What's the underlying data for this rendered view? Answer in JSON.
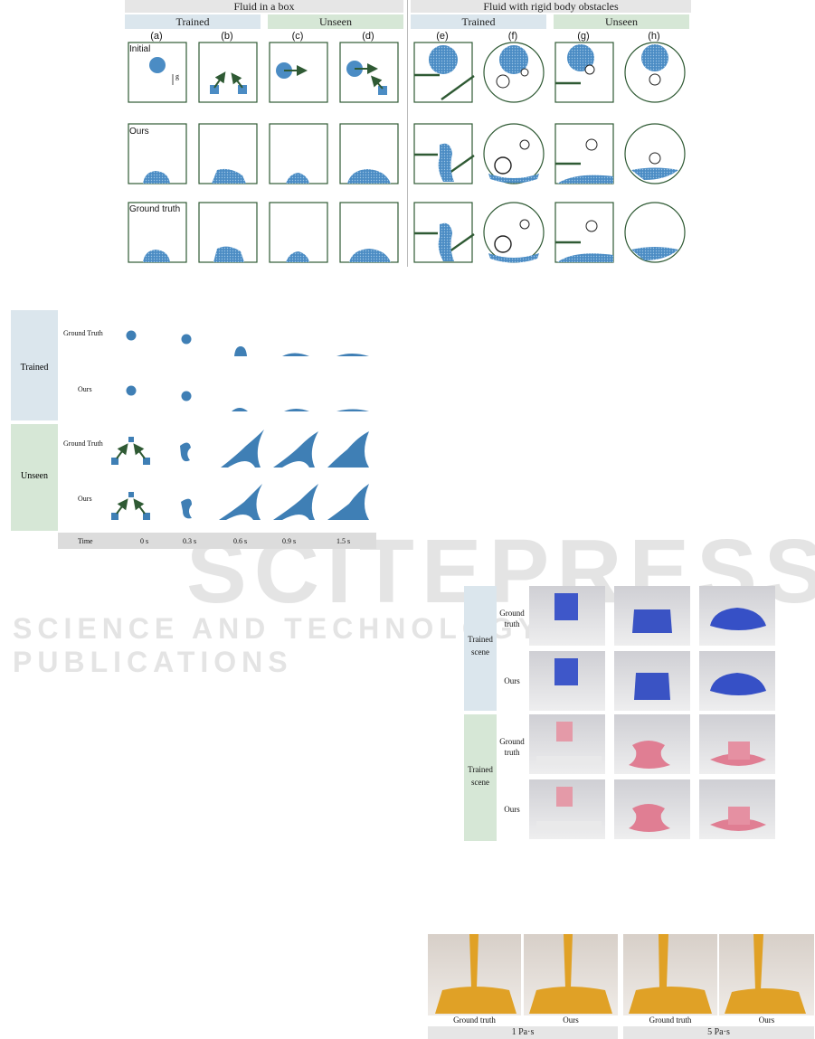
{
  "fig1": {
    "left_title": "Fluid in a box",
    "right_title": "Fluid with rigid body obstacles",
    "trained": "Trained",
    "unseen": "Unseen",
    "letters": [
      "(a)",
      "(b)",
      "(c)",
      "(d)",
      "(e)",
      "(f)",
      "(g)",
      "(h)"
    ],
    "rows": [
      "Initial",
      "Ours",
      "Ground truth"
    ],
    "gravity": "g"
  },
  "fig2": {
    "trained": "Trained",
    "unseen": "Unseen",
    "row_labels": [
      "Ground Truth",
      "Ours",
      "Ground Truth",
      "Ours"
    ],
    "time_label": "Time",
    "times": [
      "0 s",
      "0.3 s",
      "0.6 s",
      "0.9 s",
      "1.5 s"
    ]
  },
  "fig3": {
    "scene_label": "Trained scene",
    "row_labels": [
      "Ground truth",
      "Ours",
      "Ground truth",
      "Ours"
    ]
  },
  "fig4": {
    "captions": [
      "Ground truth",
      "Ours",
      "Ground truth",
      "Ours"
    ],
    "bottom": [
      "1 Pa·s",
      "5 Pa·s"
    ]
  },
  "watermark": {
    "big": "SCITEPRESS",
    "small": "SCIENCE AND TECHNOLOGY PUBLICATIONS"
  },
  "colors": {
    "fluid_blue": "#3f7fb5",
    "box_green": "#2f5a34",
    "render_blue": "#3e57c9",
    "render_pink": "#e49aa8",
    "honey": "#e0a126"
  }
}
